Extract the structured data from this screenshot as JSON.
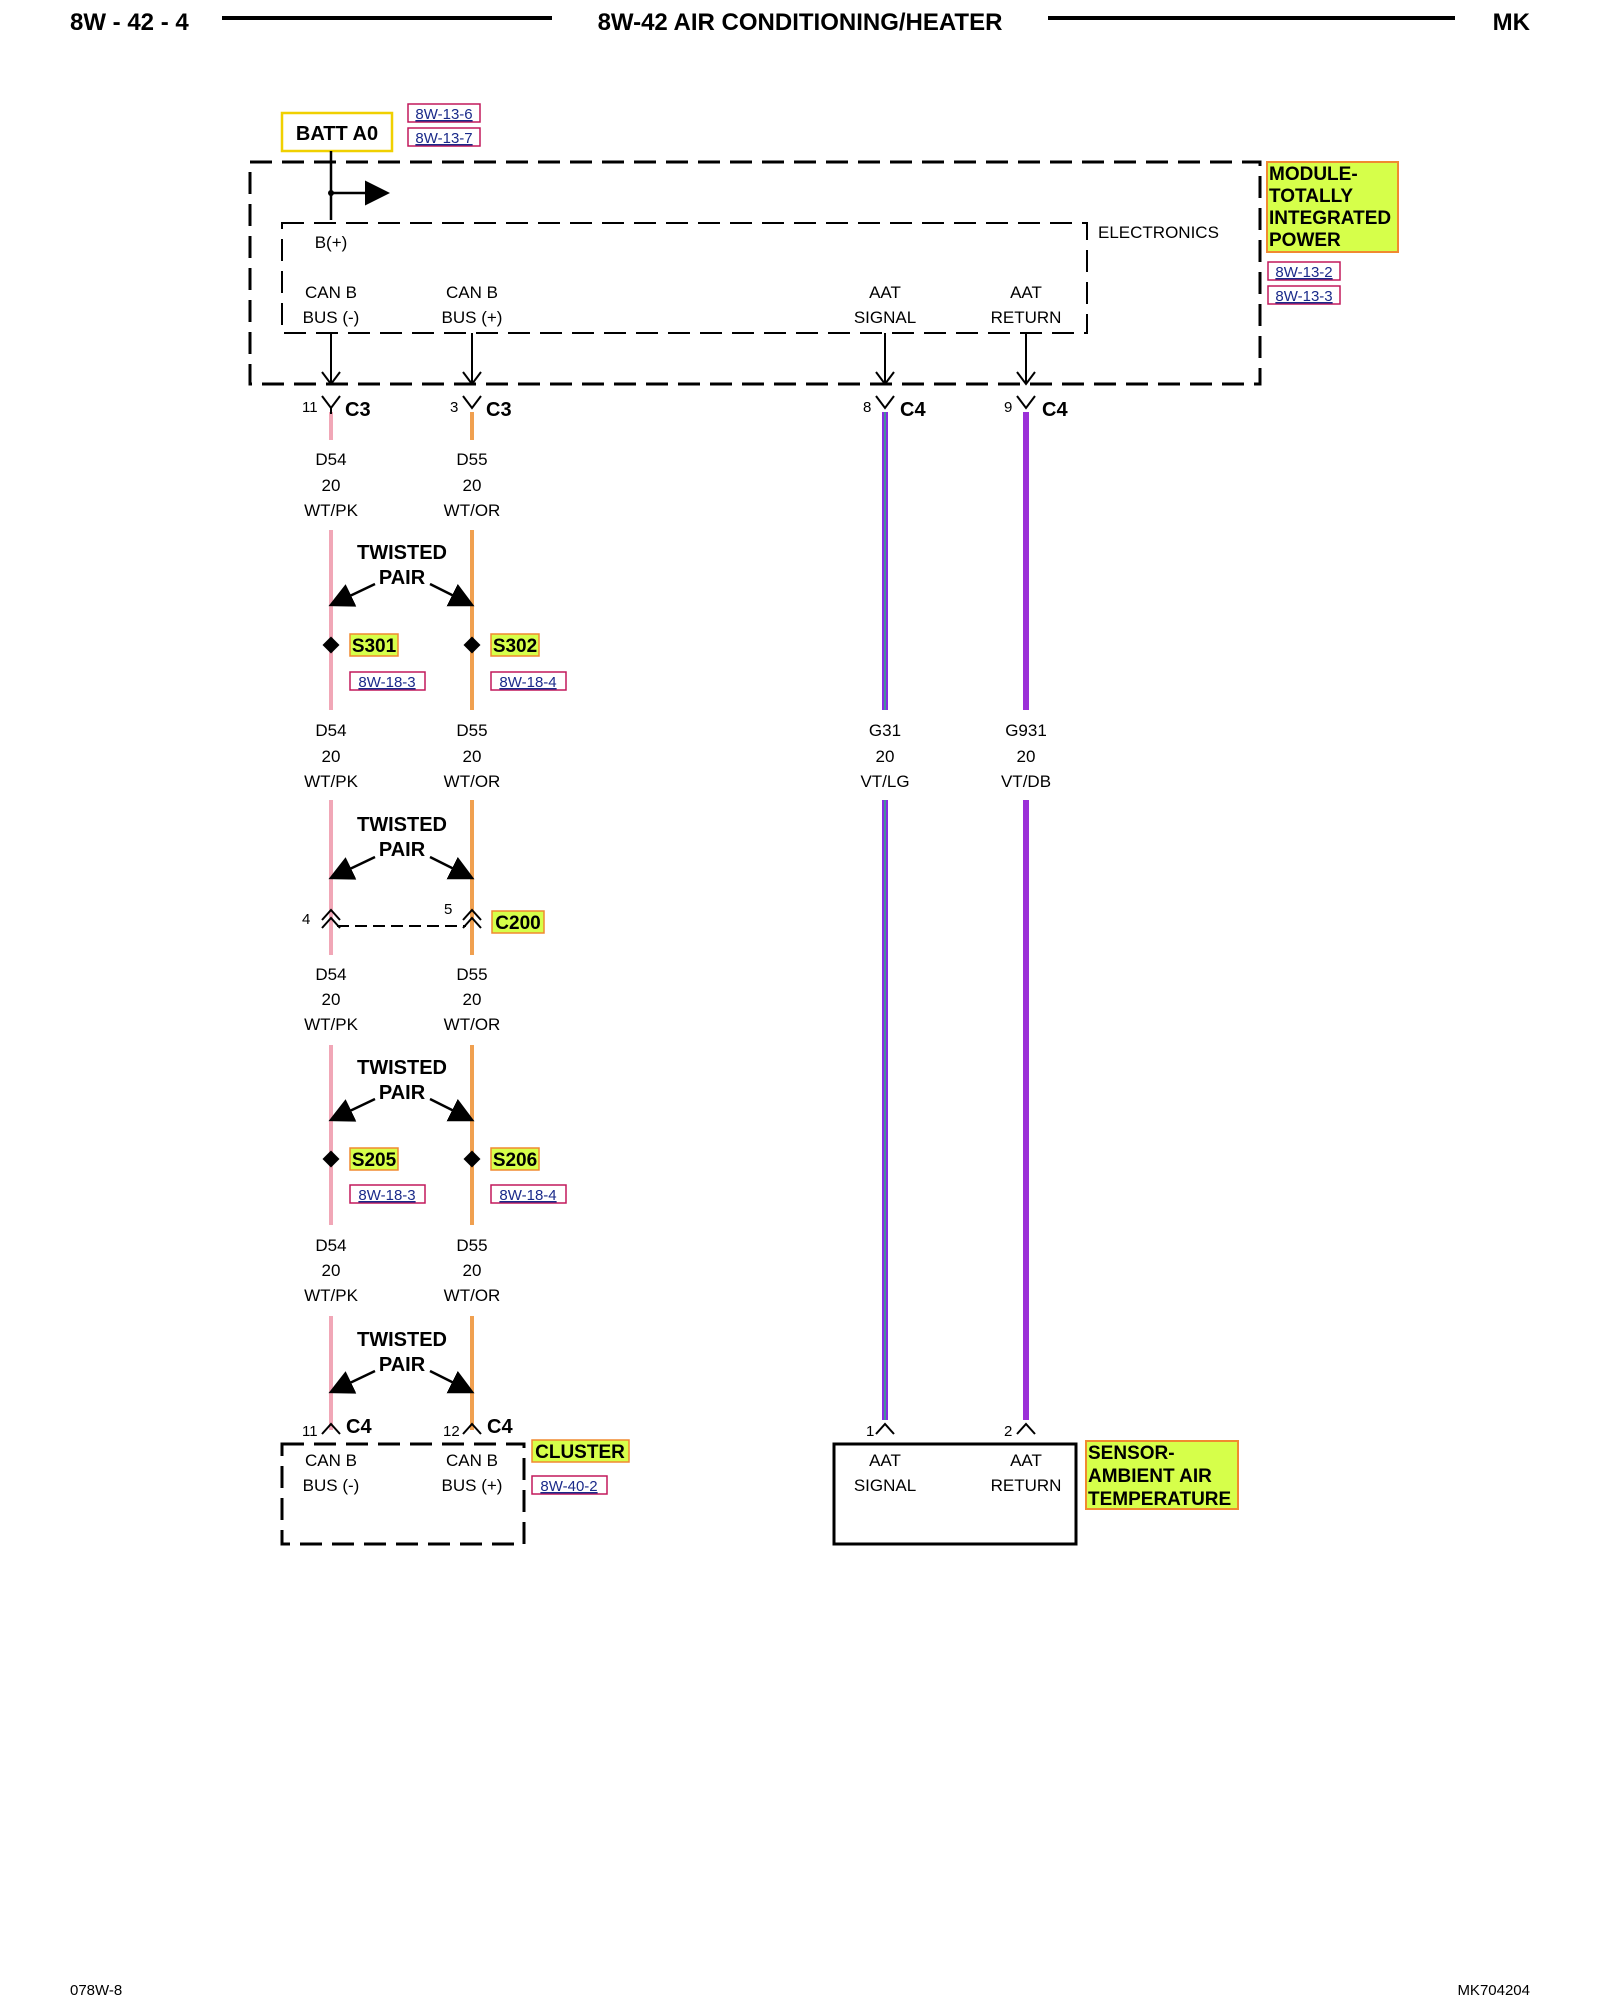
{
  "header": {
    "left": "8W - 42 - 4",
    "title": "8W-42 AIR CONDITIONING/HEATER",
    "right": "MK"
  },
  "footer": {
    "left": "078W-8",
    "right": "MK704204"
  },
  "colors": {
    "wt_pk": "#f1a7b7",
    "wt_or": "#f0a050",
    "vt_lg": "#8a2be2",
    "vt_lg_tracer": "#33aa88",
    "vt_db": "#9b30d8",
    "highlight": "#d6ff4a",
    "highlight_border": "#f08a30",
    "ref_border": "#c2185b",
    "batt_border": "#f0d000"
  },
  "batt": {
    "label": "BATT A0",
    "refs": [
      "8W-13-6",
      "8W-13-7"
    ]
  },
  "tipm": {
    "name_lines": [
      "MODULE-",
      "TOTALLY",
      "INTEGRATED",
      "POWER"
    ],
    "refs": [
      "8W-13-2",
      "8W-13-3"
    ],
    "electronics_label": "ELECTRONICS",
    "bplus": "B(+)",
    "pins": [
      {
        "l1": "CAN B",
        "l2": "BUS (-)"
      },
      {
        "l1": "CAN B",
        "l2": "BUS (+)"
      },
      {
        "l1": "AAT",
        "l2": "SIGNAL"
      },
      {
        "l1": "AAT",
        "l2": "RETURN"
      }
    ]
  },
  "top_connectors": [
    {
      "pin": "11",
      "name": "C3"
    },
    {
      "pin": "3",
      "name": "C3"
    },
    {
      "pin": "8",
      "name": "C4"
    },
    {
      "pin": "9",
      "name": "C4"
    }
  ],
  "wire_labels": {
    "d54": {
      "circuit": "D54",
      "gauge": "20",
      "color": "WT/PK"
    },
    "d55": {
      "circuit": "D55",
      "gauge": "20",
      "color": "WT/OR"
    },
    "g31": {
      "circuit": "G31",
      "gauge": "20",
      "color": "VT/LG"
    },
    "g931": {
      "circuit": "G931",
      "gauge": "20",
      "color": "VT/DB"
    }
  },
  "twisted_pair": {
    "l1": "TWISTED",
    "l2": "PAIR"
  },
  "splices_1": [
    {
      "name": "S301",
      "ref": "8W-18-3"
    },
    {
      "name": "S302",
      "ref": "8W-18-4"
    }
  ],
  "c200": {
    "name": "C200",
    "pin_left": "4",
    "pin_right": "5"
  },
  "splices_2": [
    {
      "name": "S205",
      "ref": "8W-18-3"
    },
    {
      "name": "S206",
      "ref": "8W-18-4"
    }
  ],
  "bottom_connectors": [
    {
      "pin": "11",
      "name": "C4"
    },
    {
      "pin": "12",
      "name": "C4"
    },
    {
      "pin": "1"
    },
    {
      "pin": "2"
    }
  ],
  "cluster": {
    "name": "CLUSTER",
    "ref": "8W-40-2",
    "pins": [
      {
        "l1": "CAN B",
        "l2": "BUS (-)"
      },
      {
        "l1": "CAN B",
        "l2": "BUS (+)"
      }
    ]
  },
  "sensor": {
    "name_lines": [
      "SENSOR-",
      "AMBIENT AIR",
      "TEMPERATURE"
    ],
    "pins": [
      {
        "l1": "AAT",
        "l2": "SIGNAL"
      },
      {
        "l1": "AAT",
        "l2": "RETURN"
      }
    ]
  }
}
